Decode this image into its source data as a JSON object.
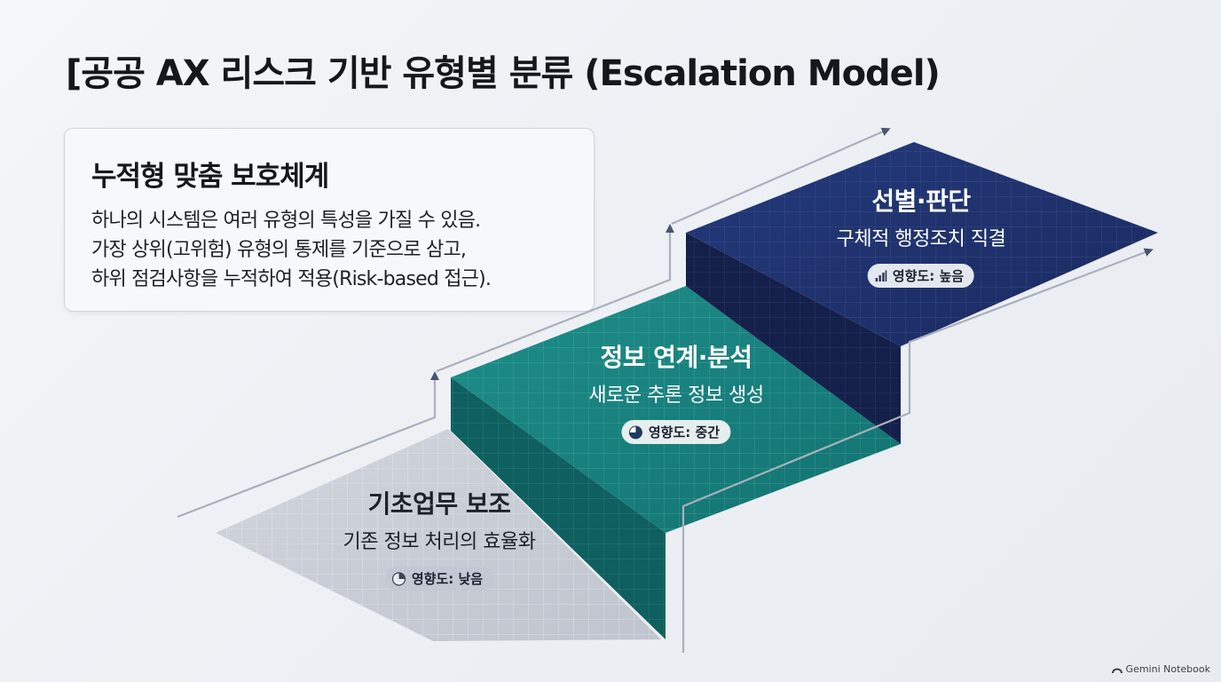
{
  "title": "[공공 AX 리스크 기반 유형별 분류 (Escalation Model)",
  "info_box": {
    "heading": "누적형 맞춤 보호체계",
    "lines": [
      "하나의 시스템은 여러 유형의 특성을 가질 수 있음.",
      "가장 상위(고위험) 유형의 통제를 기준으로 삼고,",
      "하위 점검사항을 누적하여 적용(Risk-based 접근)."
    ]
  },
  "steps": [
    {
      "title": "선별·판단",
      "subtitle": "구체적 행정조치 직결",
      "badge": "영향도: 높음",
      "impact_level": "high",
      "badge_icon": "signal-bars-icon",
      "color": "#1e2d66"
    },
    {
      "title": "정보 연계·분석",
      "subtitle": "새로운 추론 정보 생성",
      "badge": "영향도: 중간",
      "impact_level": "medium",
      "badge_icon": "pie-half-icon",
      "color": "#147a78"
    },
    {
      "title": "기초업무 보조",
      "subtitle": "기존 정보 처리의 효율화",
      "badge": "영향도: 낮음",
      "impact_level": "low",
      "badge_icon": "pie-quarter-icon",
      "color": "#c7cbd4"
    }
  ],
  "watermark": "Gemini Notebook"
}
